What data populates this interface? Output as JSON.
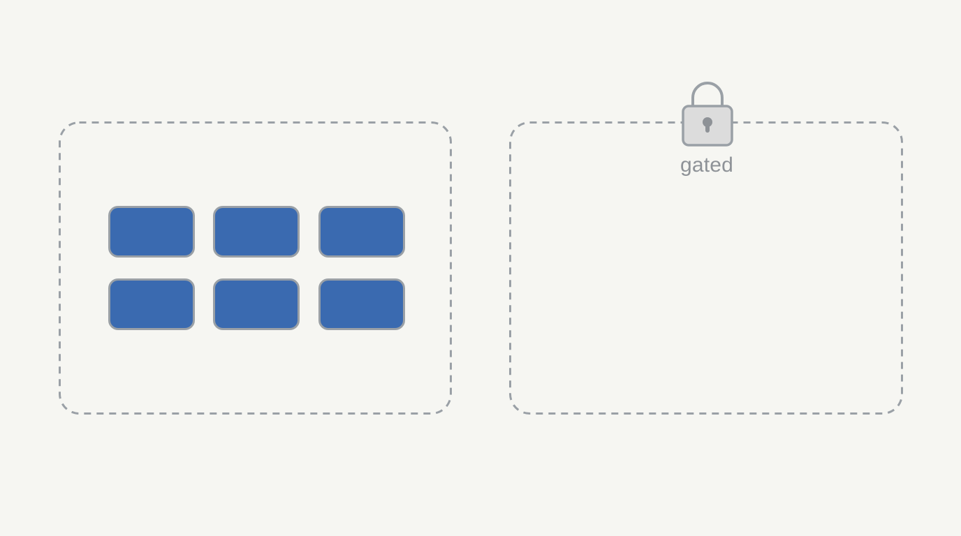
{
  "colors": {
    "background": "#f6f6f2",
    "zone_border": "#9aa0a6",
    "tile_fill": "#3a6ab0",
    "tile_border": "#9aa0a6",
    "lock_body": "#dcdcdc",
    "lock_stroke": "#9aa0a6",
    "label_text": "#8e9297"
  },
  "left_zone": {
    "tiles": [
      {
        "row": 1,
        "col": 1
      },
      {
        "row": 1,
        "col": 2
      },
      {
        "row": 1,
        "col": 3
      },
      {
        "row": 2,
        "col": 1
      },
      {
        "row": 2,
        "col": 2
      },
      {
        "row": 2,
        "col": 3
      }
    ]
  },
  "right_zone": {
    "lock_icon": "padlock-icon",
    "label": "gated"
  }
}
